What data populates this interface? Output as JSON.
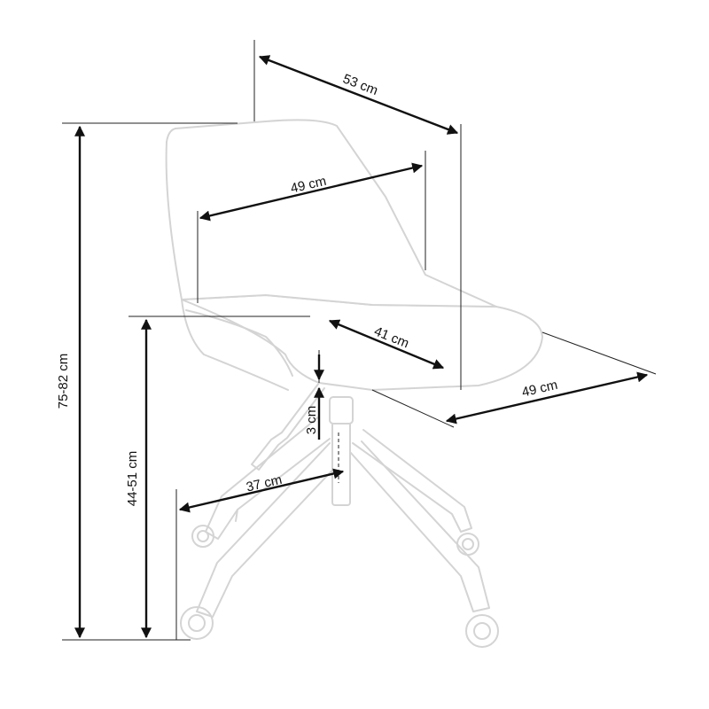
{
  "dimensions": {
    "overall_width": "53 cm",
    "backrest_width": "49 cm",
    "seat_depth": "41 cm",
    "seat_width": "49 cm",
    "overall_height": "75-82 cm",
    "seat_height": "44-51 cm",
    "seat_thickness": "3 cm",
    "base_radius": "37 cm"
  },
  "colors": {
    "chair_outline": "#d4d4d4",
    "dimension_line": "#111111"
  }
}
